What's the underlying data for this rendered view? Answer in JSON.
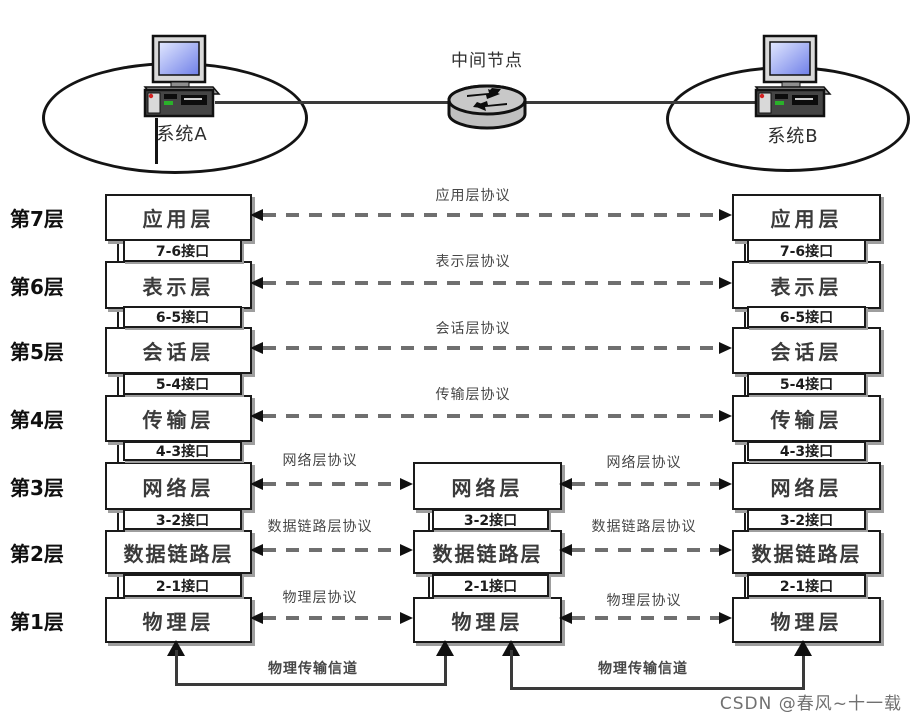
{
  "top": {
    "middle_node_label": "中间节点",
    "system_a_label": "系统A",
    "system_b_label": "系统B"
  },
  "row_labels": [
    "第7层",
    "第6层",
    "第5层",
    "第4层",
    "第3层",
    "第2层",
    "第1层"
  ],
  "left_stack": {
    "layers": [
      "应用层",
      "表示层",
      "会话层",
      "传输层",
      "网络层",
      "数据链路层",
      "物理层"
    ],
    "interfaces": [
      "7-6接口",
      "6-5接口",
      "5-4接口",
      "4-3接口",
      "3-2接口",
      "2-1接口"
    ]
  },
  "middle_stack": {
    "layers": [
      "网络层",
      "数据链路层",
      "物理层"
    ],
    "interfaces": [
      "3-2接口",
      "2-1接口"
    ]
  },
  "right_stack": {
    "layers": [
      "应用层",
      "表示层",
      "会话层",
      "传输层",
      "网络层",
      "数据链路层",
      "物理层"
    ],
    "interfaces": [
      "7-6接口",
      "6-5接口",
      "5-4接口",
      "4-3接口",
      "3-2接口",
      "2-1接口"
    ]
  },
  "protocols": {
    "full": [
      "应用层协议",
      "表示层协议",
      "会话层协议",
      "传输层协议"
    ],
    "split_left": [
      "网络层协议",
      "数据链路层协议",
      "物理层协议"
    ],
    "split_right": [
      "网络层协议",
      "数据链路层协议",
      "物理层协议"
    ]
  },
  "channel": {
    "left_label": "物理传输信道",
    "right_label": "物理传输信道"
  },
  "watermark": "CSDN @春风~十一载",
  "colors": {
    "box_border": "#1a1a1a",
    "box_shadow": "#9e9e9e",
    "dash_gray": "#6f6f6f",
    "arrow_black": "#101010",
    "text_dark": "#3a3a3a",
    "screen_blue": "#7f8fe8",
    "router_gray": "#c0c0c0",
    "watermark_gray": "#707070"
  }
}
